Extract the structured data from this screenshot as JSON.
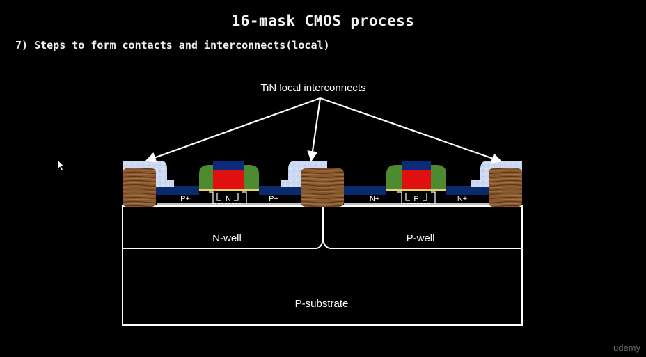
{
  "slide": {
    "title": "16-mask CMOS process",
    "subtitle": "7) Steps to form contacts and interconnects(local)"
  },
  "diagram": {
    "callout": "TiN local interconnects",
    "regions": {
      "n_well": "N-well",
      "p_well": "P-well",
      "substrate": "P-substrate"
    },
    "diffusions": {
      "pmos_source": "P+",
      "pmos_drain": "P+",
      "pmos_channel": "N",
      "nmos_source": "N+",
      "nmos_drain": "N+",
      "nmos_channel": "P"
    },
    "colors": {
      "background": "#000000",
      "outline": "#ffffff",
      "gate_poly": "#e01010",
      "gate_top": "#0b2a7a",
      "spacer": "#4e8a30",
      "local_interconnect": "#0a2a6e",
      "tin": "#c8d6f0",
      "trench_oxide": "#8a5a30"
    }
  },
  "watermark": "udemy"
}
